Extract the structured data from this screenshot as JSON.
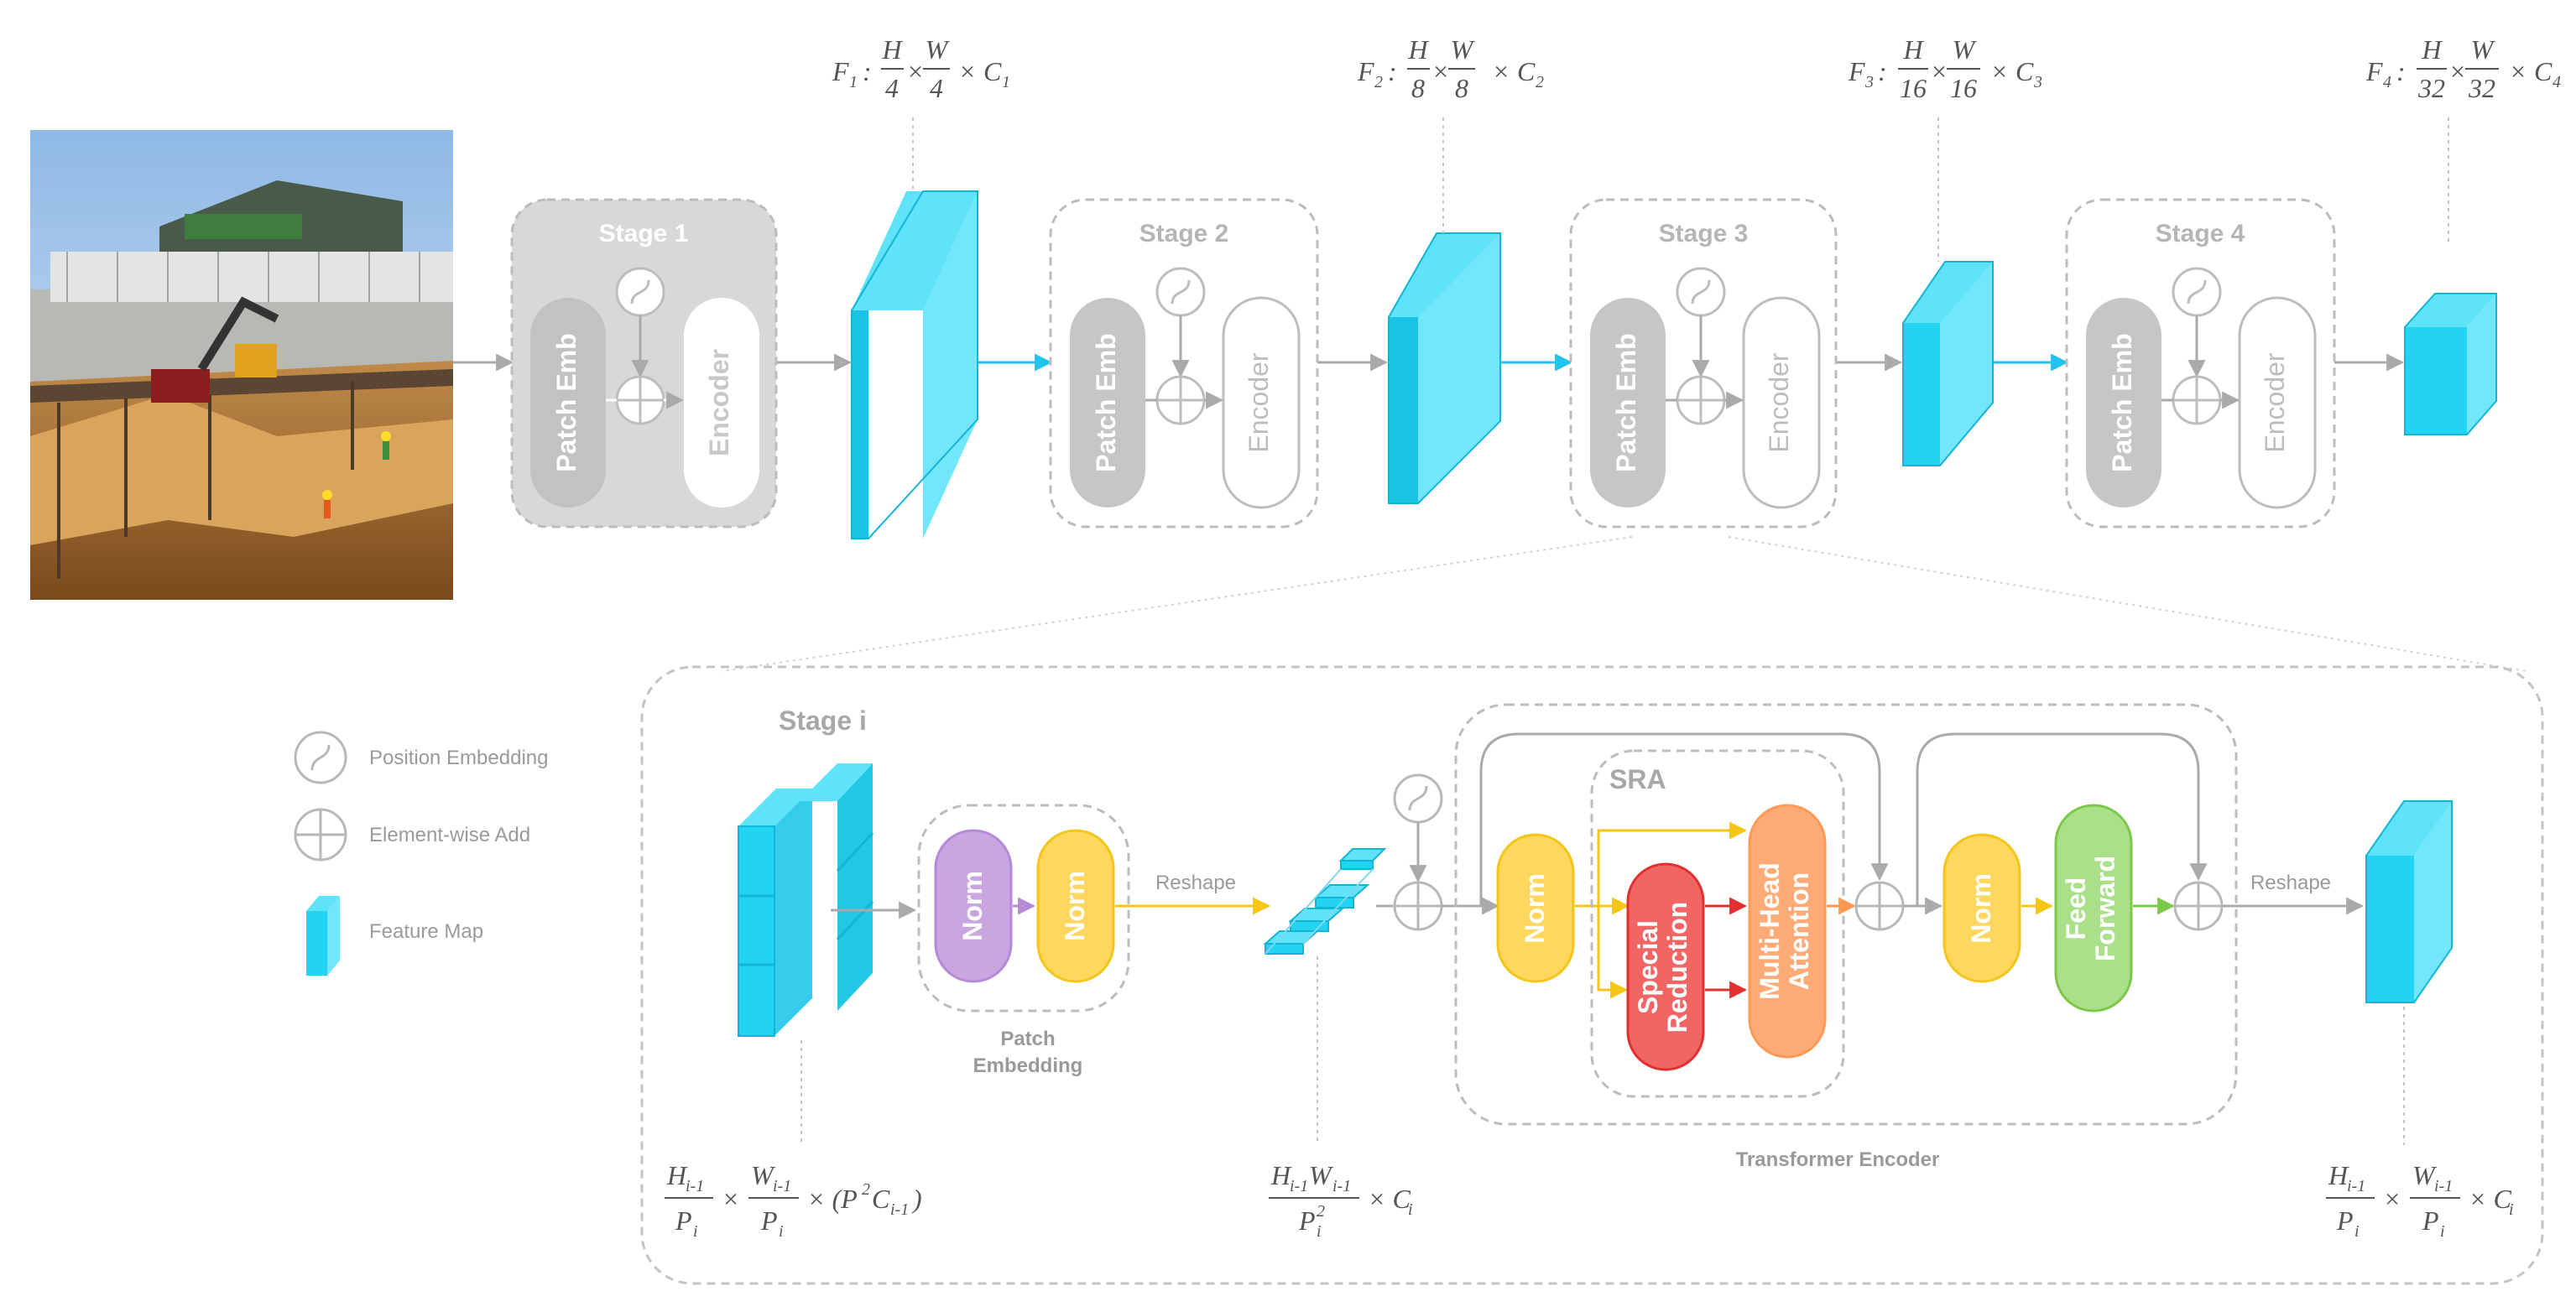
{
  "stages": [
    {
      "title": "Stage 1",
      "patch_label": "Patch Emb",
      "encoder_label": "Encoder"
    },
    {
      "title": "Stage 2",
      "patch_label": "Patch Emb",
      "encoder_label": "Encoder"
    },
    {
      "title": "Stage 3",
      "patch_label": "Patch Emb",
      "encoder_label": "Encoder"
    },
    {
      "title": "Stage 4",
      "patch_label": "Patch Emb",
      "encoder_label": "Encoder"
    }
  ],
  "feature_maps": [
    {
      "label": "F",
      "sub": "1",
      "h_den": "4",
      "w_den": "4",
      "c": "C",
      "c_sub": "1"
    },
    {
      "label": "F",
      "sub": "2",
      "h_den": "8",
      "w_den": "8",
      "c": "C",
      "c_sub": "2"
    },
    {
      "label": "F",
      "sub": "3",
      "h_den": "16",
      "w_den": "16",
      "c": "C",
      "c_sub": "3"
    },
    {
      "label": "F",
      "sub": "4",
      "h_den": "32",
      "w_den": "32",
      "c": "C",
      "c_sub": "4"
    }
  ],
  "math_symbols": {
    "H": "H",
    "W": "W",
    "times": "×",
    "colon": ":"
  },
  "legend": [
    {
      "icon": "position-embedding-icon",
      "label": "Position Embedding"
    },
    {
      "icon": "element-wise-add-icon",
      "label": "Element-wise Add"
    },
    {
      "icon": "feature-map-icon",
      "label": "Feature Map"
    }
  ],
  "detail": {
    "stage_title": "Stage i",
    "patch_embedding": {
      "norm1": "Norm",
      "norm2": "Norm",
      "caption_line1": "Patch",
      "caption_line2": "Embedding"
    },
    "reshape_left": "Reshape",
    "reshape_right": "Reshape",
    "transformer_caption": "Transformer Encoder",
    "sra_title": "SRA",
    "encoder_norm1": "Norm",
    "encoder_norm2": "Norm",
    "special_reduction_line1": "Special",
    "special_reduction_line2": "Reduction",
    "mha_line1": "Multi-Head",
    "mha_line2": "Attention",
    "feed_forward_line1": "Feed",
    "feed_forward_line2": "Forward",
    "formula_left": {
      "num1": "H",
      "num1_sub": "i-1",
      "den1": "P",
      "den1_sub": "i",
      "num2": "W",
      "num2_sub": "i-1",
      "den2": "P",
      "den2_sub": "i",
      "tail": "× (P",
      "tail_sup": "2",
      "tail2": "C",
      "tail2_sub": "i-1",
      "tail3": ")"
    },
    "formula_mid": {
      "num": "H",
      "num_sub": "i-1",
      "num2": "W",
      "num2_sub": "i-1",
      "den": "P",
      "den_sub": "i",
      "den_sup": "2",
      "tail": "× C",
      "tail_sub": "i"
    },
    "formula_right": {
      "num1": "H",
      "num1_sub": "i-1",
      "den1": "P",
      "den1_sub": "i",
      "num2": "W",
      "num2_sub": "i-1",
      "den2": "P",
      "den2_sub": "i",
      "tail": "× C",
      "tail_sub": "i"
    }
  },
  "colors": {
    "feature_map_front": "#22d3f2",
    "feature_map_top": "#5ee3f8",
    "feature_map_side": "#14b7d9",
    "stage_grey": "#d8d8d8",
    "pill_grey": "#c6c6c6",
    "norm_purple": "#c9a6e0",
    "norm_yellow": "#ffd75e",
    "special_red": "#f26565",
    "mha_orange": "#ffab78",
    "ff_green": "#a9e089",
    "arrow_blue": "#22c4ef",
    "arrow_grey": "#aaaaaa"
  }
}
